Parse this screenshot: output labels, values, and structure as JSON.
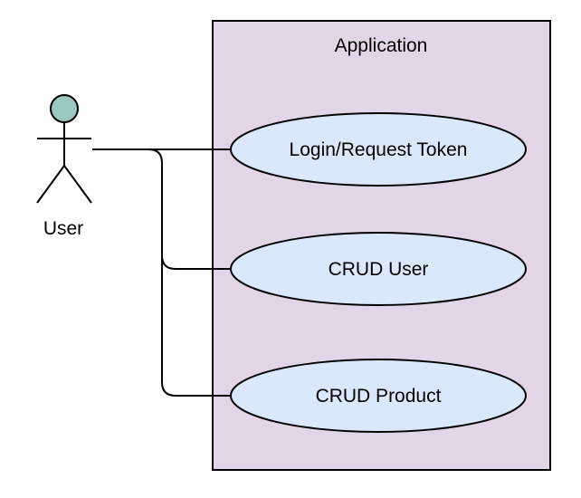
{
  "system": {
    "title": "Application",
    "fill_color": "#e1d5e7",
    "stroke_color": "#000000"
  },
  "actor": {
    "label": "User",
    "head_color": "#9ac7bf"
  },
  "use_cases": [
    {
      "label": "Login/Request Token"
    },
    {
      "label": "CRUD User"
    },
    {
      "label": "CRUD Product"
    }
  ],
  "use_case_fill_color": "#dae8fc",
  "connector_color": "#000000"
}
